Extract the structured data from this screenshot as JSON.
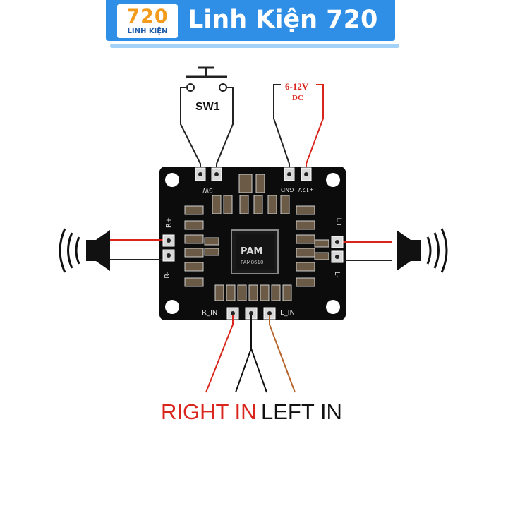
{
  "banner": {
    "logo_number": "720",
    "logo_sub": "LINH KIỆN",
    "title": "Linh Kiện 720",
    "color": "#2f8fe6",
    "logo_number_color": "#f39b1c"
  },
  "switch": {
    "label": "SW1"
  },
  "power": {
    "voltage": "6-12V",
    "type": "DC",
    "wire_color": "#d9251c"
  },
  "board": {
    "pin_sw": "SW",
    "pin_gnd": "GND",
    "pin_12v": "+12V",
    "pin_r_plus": "R+",
    "pin_r_minus": "R-",
    "pin_l_plus": "L+",
    "pin_l_minus": "L-",
    "pin_r_in": "R_IN",
    "pin_l_in": "L_IN",
    "chip_brand": "PAM",
    "chip_model": "PAM8610"
  },
  "inputs": {
    "right_in": "RIGHT IN",
    "left_in": "LEFT IN",
    "right_color": "#d9251c",
    "left_color": "#111111"
  },
  "icons": [
    "speaker-left-icon",
    "speaker-right-icon",
    "push-button-switch-icon"
  ]
}
